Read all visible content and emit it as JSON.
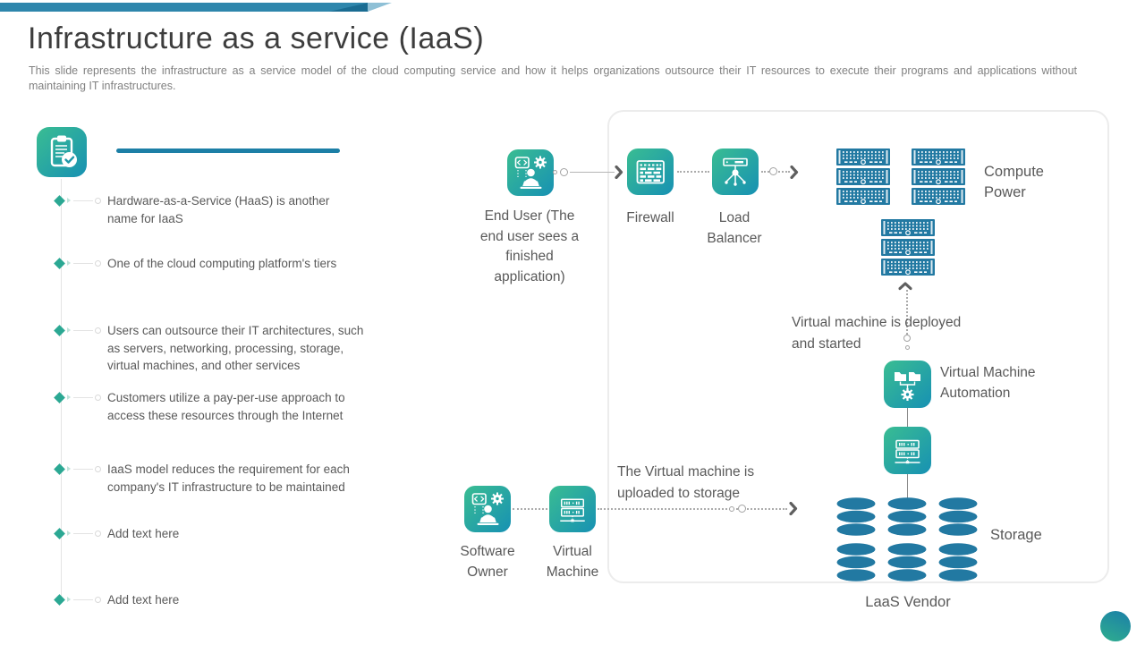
{
  "title": "Infrastructure as a service (IaaS)",
  "subtitle": "This slide represents the infrastructure as a service model of the cloud computing service and how it helps organizations outsource their IT resources to execute their programs and applications without maintaining IT infrastructures.",
  "bullets": [
    "Hardware-as-a-Service (HaaS) is another\nname for IaaS",
    "One of the cloud computing platform's tiers",
    "Users can outsource their IT architectures, such\nas servers, networking, processing, storage,\nvirtual machines, and other services",
    "Customers utilize a pay-per-use approach to\naccess these resources through the Internet",
    "IaaS model reduces the requirement for each\ncompany's IT infrastructure to be maintained",
    "Add text here",
    "Add text here"
  ],
  "diagram": {
    "end_user_label": "End User (The\nend user sees a\nfinished\napplication)",
    "firewall_label": "Firewall",
    "load_balancer_label": "Load\nBalancer",
    "compute_power_label": "Compute\nPower",
    "vm_deployed_note": "Virtual machine is deployed\nand started",
    "vm_automation_label": "Virtual Machine\nAutomation",
    "storage_label": "Storage",
    "software_owner_label": "Software\nOwner",
    "virtual_machine_label": "Virtual\nMachine",
    "vm_upload_note": "The Virtual machine is\nuploaded to storage",
    "vendor_label": "LaaS Vendor"
  },
  "icons": {
    "badge": "clipboard-check-icon",
    "end_user": "user-laptop-icon",
    "firewall": "firewall-brick-icon",
    "load_balancer": "load-balancer-icon",
    "compute": "server-rack-icon",
    "vm_automation": "folders-gear-icon",
    "server": "server-icon",
    "storage": "database-cylinder-icon"
  },
  "colors": {
    "accent_teal": "#2BA893",
    "accent_blue": "#2279A2",
    "icon_gradient_start": "#3ABD92",
    "icon_gradient_end": "#1791B3",
    "top_bar": "#2E86AC",
    "divider_line": "#1C7FA6",
    "title_text": "#3D3D3D",
    "body_text": "#595959",
    "subtitle_text": "#818181"
  }
}
